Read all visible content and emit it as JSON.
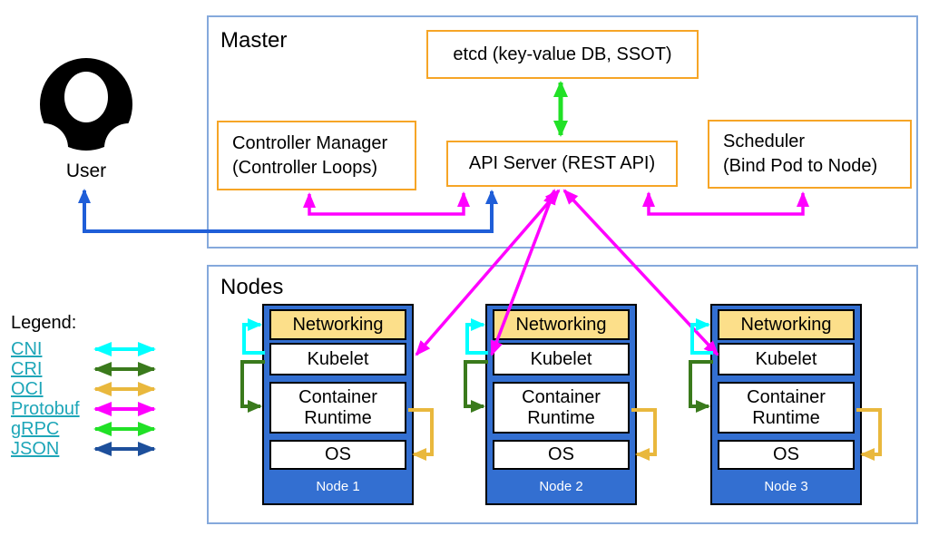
{
  "colors": {
    "orange": "#f6a526",
    "frame-blue": "#85a9dc",
    "node-blue": "#336fd1",
    "networking-yellow": "#fcdf8a",
    "cni": "#00ffff",
    "cri": "#3a7a1c",
    "oci": "#e9b83d",
    "protobuf": "#ff00ff",
    "grpc": "#21e126",
    "json": "#1d4f9b",
    "user-json": "#1f5ed8",
    "link-teal": "#1ea6b8"
  },
  "user": {
    "label": "User"
  },
  "master": {
    "title": "Master",
    "etcd": "etcd (key-value DB, SSOT)",
    "controller_manager": [
      "Controller Manager",
      "(Controller Loops)"
    ],
    "api_server": "API Server (REST API)",
    "scheduler": [
      "Scheduler",
      "(Bind Pod to Node)"
    ]
  },
  "nodes_section": {
    "title": "Nodes",
    "layers": {
      "networking": "Networking",
      "kubelet": "Kubelet",
      "container_runtime": "Container Runtime",
      "os": "OS"
    },
    "nodes": [
      {
        "label": "Node 1"
      },
      {
        "label": "Node 2"
      },
      {
        "label": "Node 3"
      }
    ]
  },
  "legend": {
    "title": "Legend:",
    "items": [
      {
        "label": "CNI",
        "color_key": "cni"
      },
      {
        "label": "CRI",
        "color_key": "cri"
      },
      {
        "label": "OCI",
        "color_key": "oci"
      },
      {
        "label": "Protobuf",
        "color_key": "protobuf"
      },
      {
        "label": "gRPC",
        "color_key": "grpc"
      },
      {
        "label": "JSON",
        "color_key": "json"
      }
    ]
  }
}
